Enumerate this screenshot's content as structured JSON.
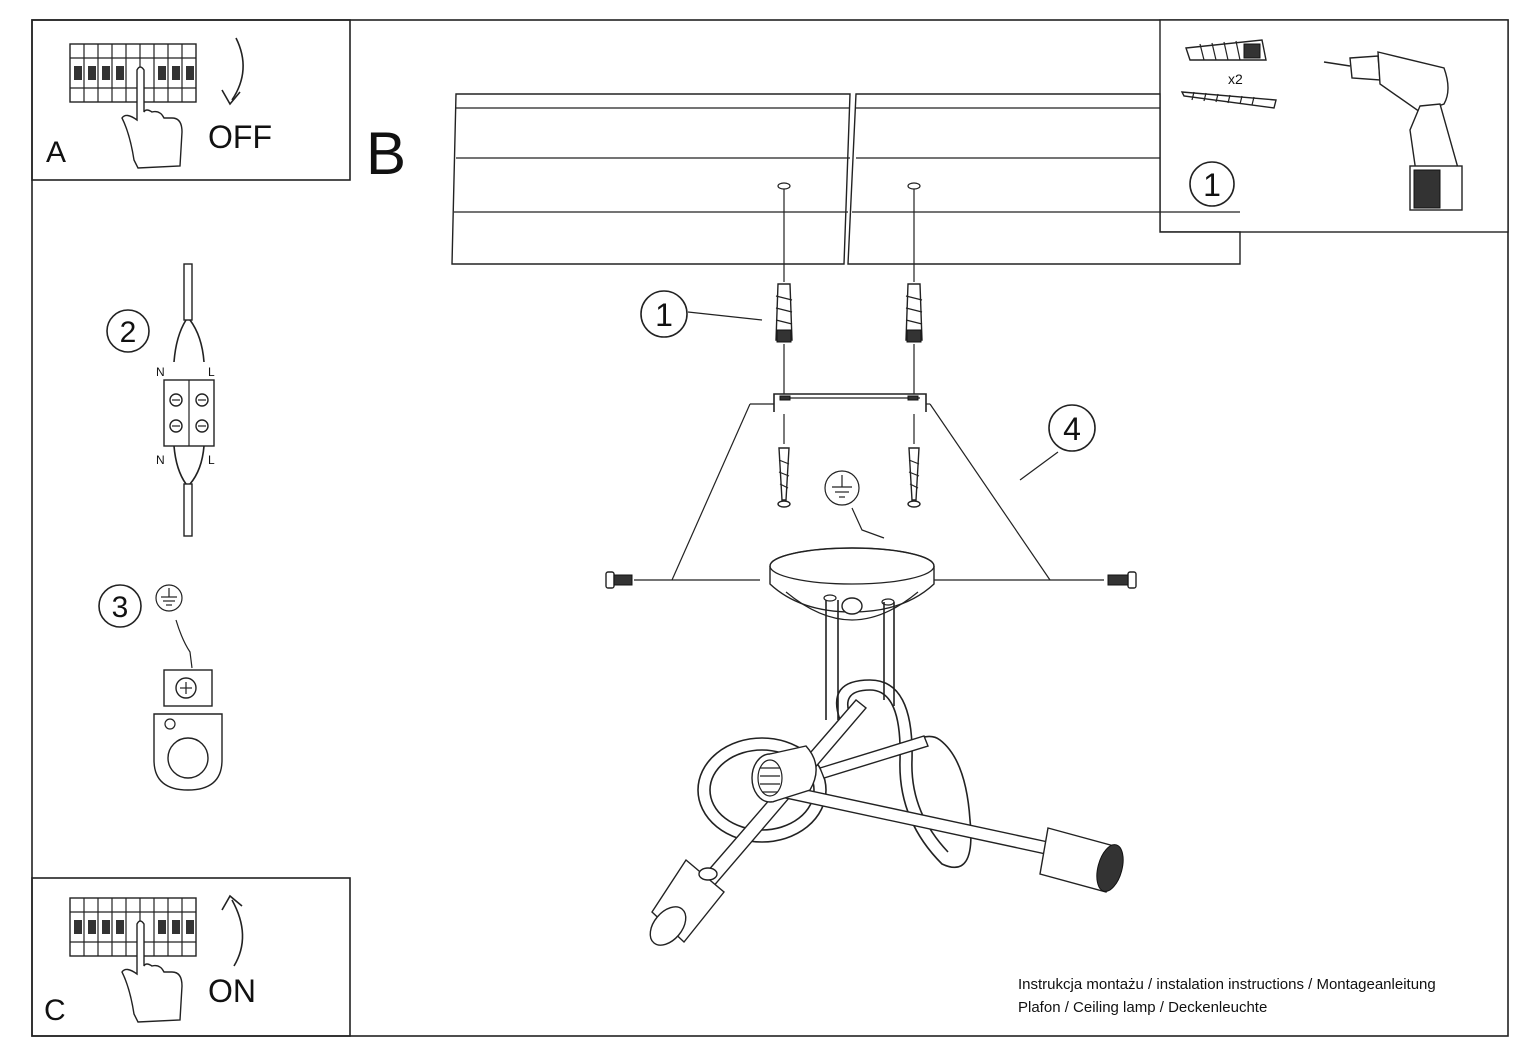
{
  "panels": {
    "a": {
      "letter": "A",
      "switch_label": "OFF"
    },
    "b": {
      "letter": "B"
    },
    "c": {
      "letter": "C",
      "switch_label": "ON"
    }
  },
  "steps": {
    "tools_step": "1",
    "anchor_step": "1",
    "wiring_step": "2",
    "ground_step": "3",
    "canopy_step": "4"
  },
  "hardware": {
    "quantity": "x2"
  },
  "wiring": {
    "neutral": "N",
    "live": "L"
  },
  "footer": {
    "line1": "Instrukcja montażu / instalation instructions / Montageanleitung",
    "line2": "Plafon / Ceiling lamp / Deckenleuchte"
  }
}
